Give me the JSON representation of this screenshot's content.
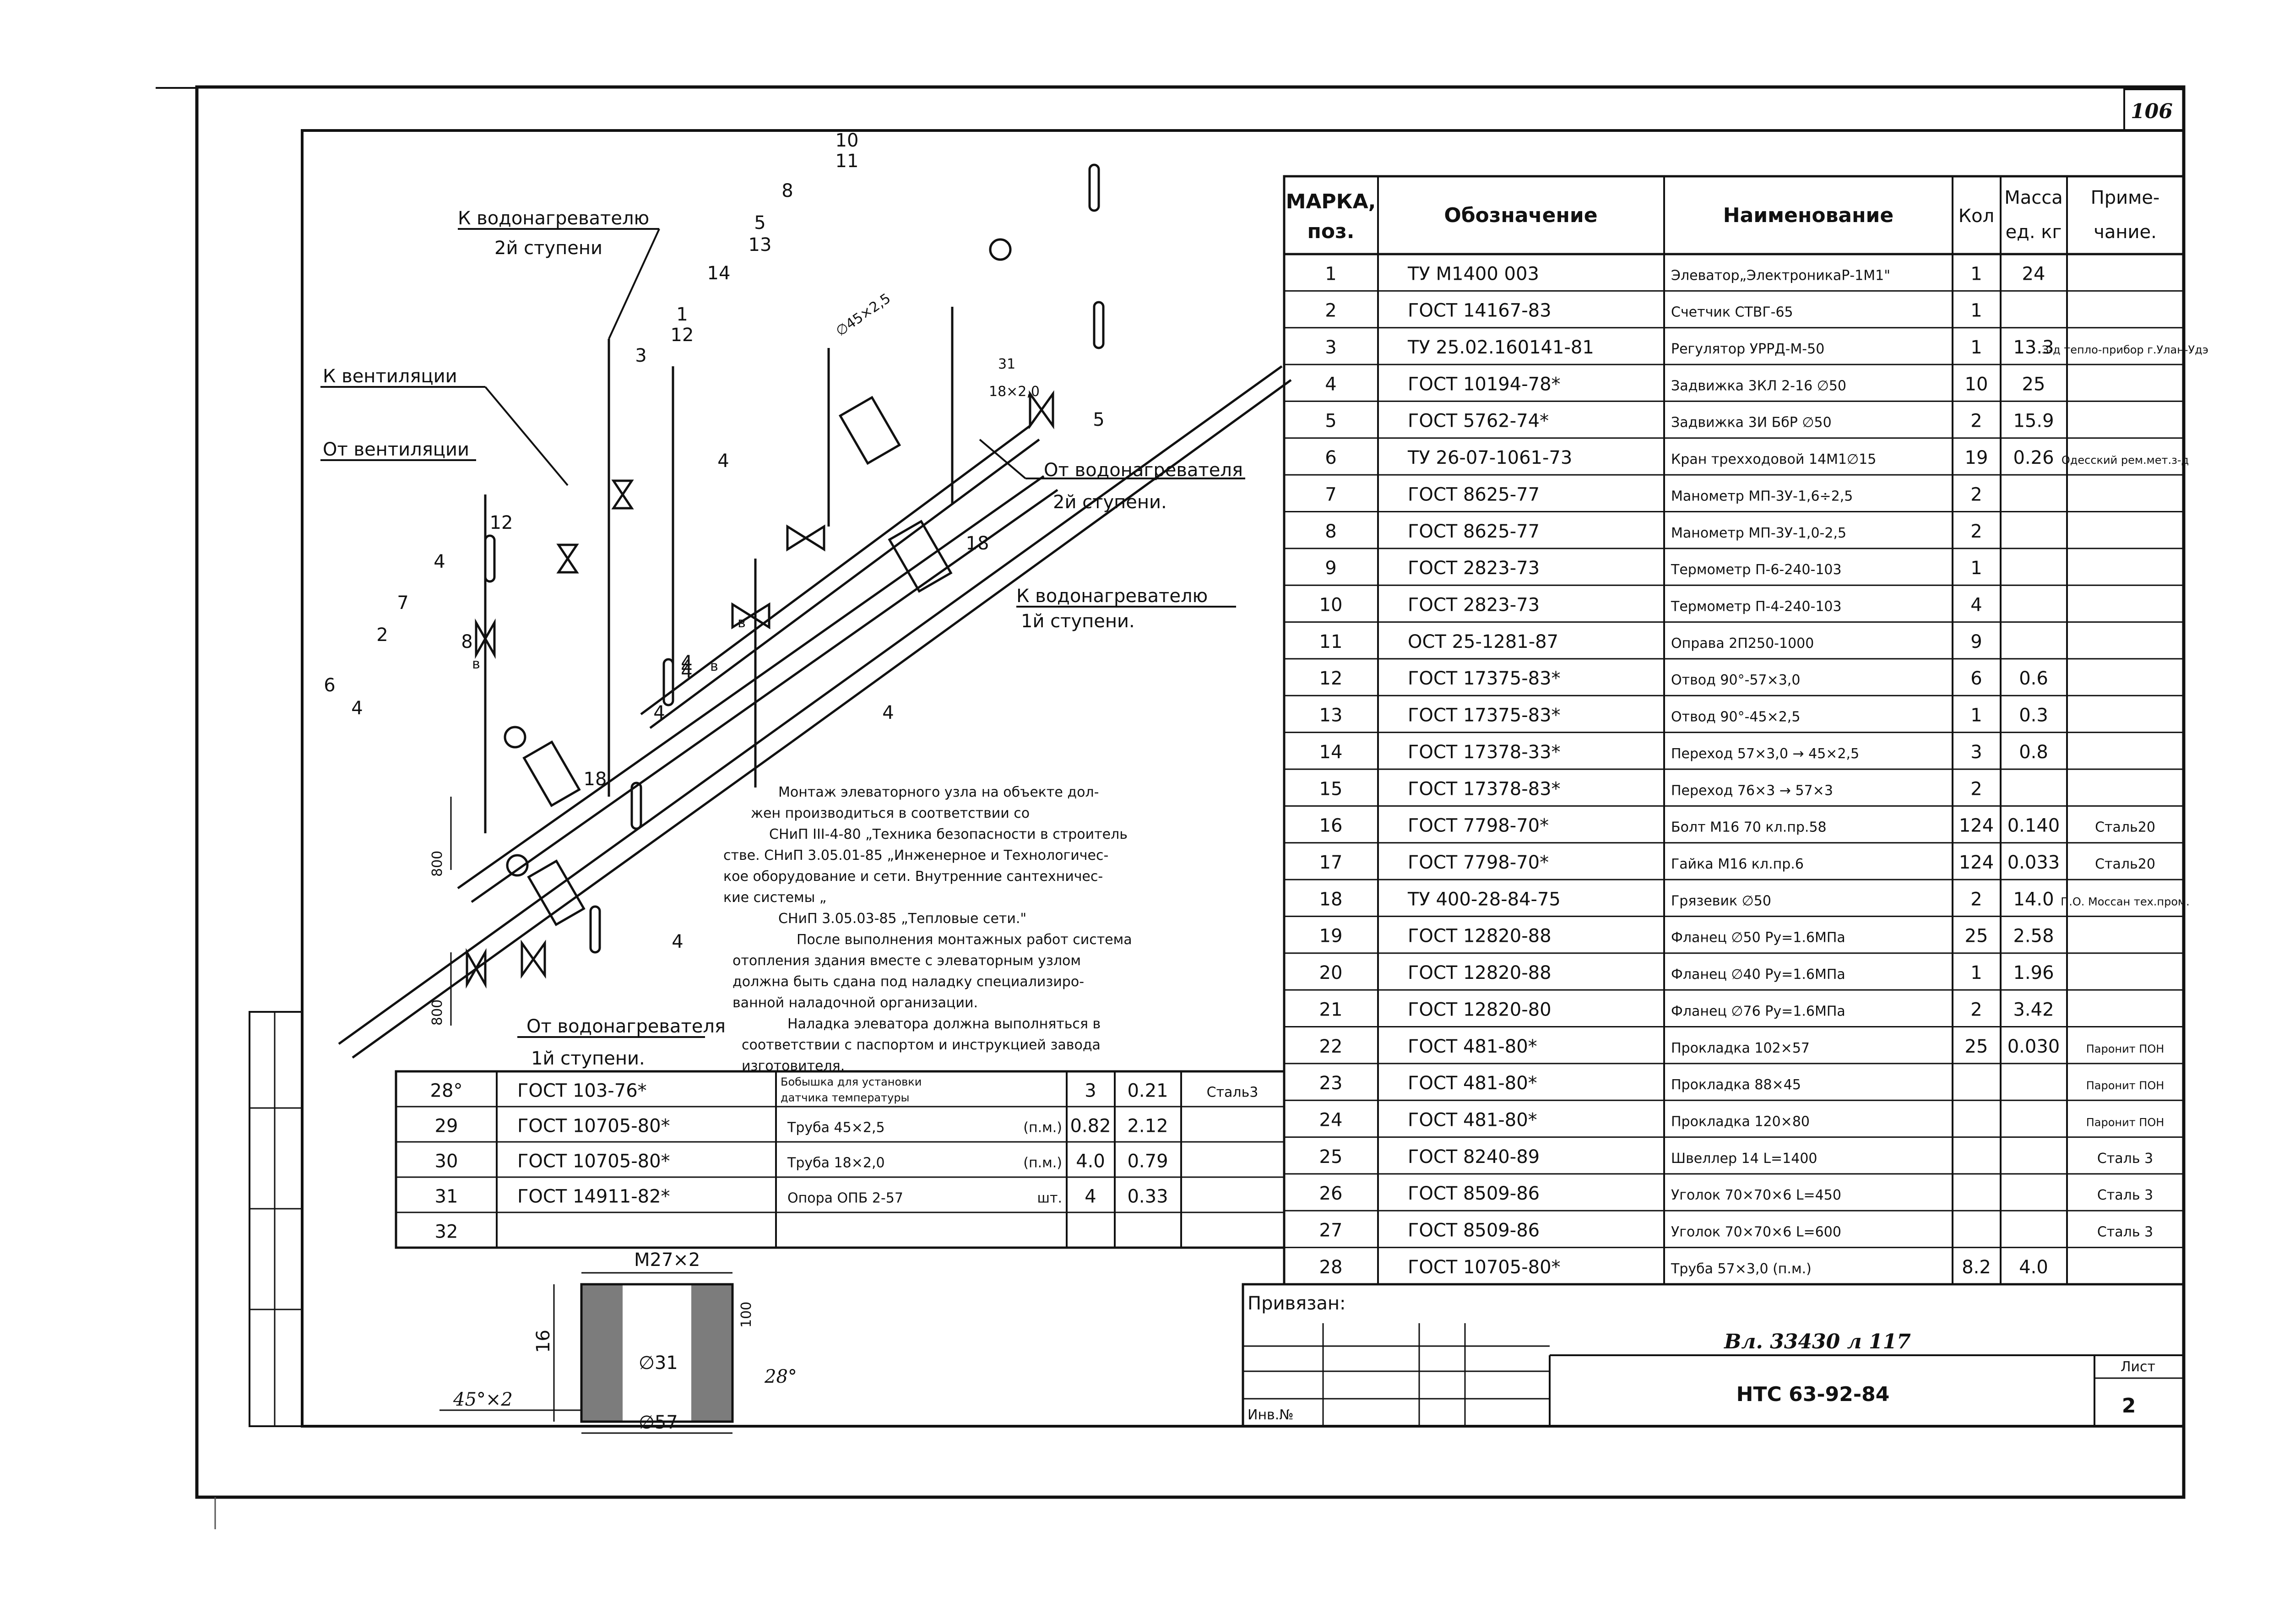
{
  "sheet_number_corner": "106",
  "spec_table": {
    "headers": {
      "mark_line1": "МАРКА,",
      "mark_line2": "поз.",
      "designation": "Обозначение",
      "name": "Наименование",
      "qty": "Кол",
      "mass_line1": "Масса",
      "mass_line2": "ед. кг",
      "note_line1": "Приме-",
      "note_line2": "чание."
    },
    "rows": [
      {
        "pos": "1",
        "designation": "ТУ М1400 003",
        "name": "Элеватор„ЭлектроникаР-1М1\"",
        "qty": "1",
        "mass": "24",
        "note": ""
      },
      {
        "pos": "2",
        "designation": "ГОСТ 14167-83",
        "name": "Счетчик СТВГ-65",
        "qty": "1",
        "mass": "",
        "note": ""
      },
      {
        "pos": "3",
        "designation": "ТУ 25.02.160141-81",
        "name": "Регулятор УРРД-М-50",
        "qty": "1",
        "mass": "13.3",
        "note": "З-д тепло-прибор г.Улан-Удэ"
      },
      {
        "pos": "4",
        "designation": "ГОСТ 10194-78*",
        "name": "Задвижка 3КЛ 2-16 ∅50",
        "qty": "10",
        "mass": "25",
        "note": ""
      },
      {
        "pos": "5",
        "designation": "ГОСТ 5762-74*",
        "name": "Задвижка 3И БбР ∅50",
        "qty": "2",
        "mass": "15.9",
        "note": ""
      },
      {
        "pos": "6",
        "designation": "ТУ 26-07-1061-73",
        "name": "Кран трехходовой 14М1∅15",
        "qty": "19",
        "mass": "0.26",
        "note": "Одесский рем.мет.з-д"
      },
      {
        "pos": "7",
        "designation": "ГОСТ 8625-77",
        "name": "Манометр МП-3У-1,6÷2,5",
        "qty": "2",
        "mass": "",
        "note": ""
      },
      {
        "pos": "8",
        "designation": "ГОСТ 8625-77",
        "name": "Манометр МП-3У-1,0-2,5",
        "qty": "2",
        "mass": "",
        "note": ""
      },
      {
        "pos": "9",
        "designation": "ГОСТ 2823-73",
        "name": "Термометр П-6-240-103",
        "qty": "1",
        "mass": "",
        "note": ""
      },
      {
        "pos": "10",
        "designation": "ГОСТ 2823-73",
        "name": "Термометр П-4-240-103",
        "qty": "4",
        "mass": "",
        "note": ""
      },
      {
        "pos": "11",
        "designation": "ОСТ 25-1281-87",
        "name": "Оправа 2П250-1000",
        "qty": "9",
        "mass": "",
        "note": ""
      },
      {
        "pos": "12",
        "designation": "ГОСТ 17375-83*",
        "name": "Отвод 90°-57×3,0",
        "qty": "6",
        "mass": "0.6",
        "note": ""
      },
      {
        "pos": "13",
        "designation": "ГОСТ 17375-83*",
        "name": "Отвод 90°-45×2,5",
        "qty": "1",
        "mass": "0.3",
        "note": ""
      },
      {
        "pos": "14",
        "designation": "ГОСТ 17378-33*",
        "name": "Переход 57×3,0 → 45×2,5",
        "qty": "3",
        "mass": "0.8",
        "note": ""
      },
      {
        "pos": "15",
        "designation": "ГОСТ 17378-83*",
        "name": "Переход 76×3 → 57×3",
        "qty": "2",
        "mass": "",
        "note": ""
      },
      {
        "pos": "16",
        "designation": "ГОСТ 7798-70*",
        "name": "Болт М16 70 кл.пр.58",
        "qty": "124",
        "mass": "0.140",
        "note": "Сталь20"
      },
      {
        "pos": "17",
        "designation": "ГОСТ 7798-70*",
        "name": "Гайка М16 кл.пр.6",
        "qty": "124",
        "mass": "0.033",
        "note": "Сталь20"
      },
      {
        "pos": "18",
        "designation": "ТУ 400-28-84-75",
        "name": "Грязевик ∅50",
        "qty": "2",
        "mass": "14.0",
        "note": "П.О. Моссан тех.пром."
      },
      {
        "pos": "19",
        "designation": "ГОСТ 12820-88",
        "name": "Фланец ∅50 Ру=1.6МПа",
        "qty": "25",
        "mass": "2.58",
        "note": ""
      },
      {
        "pos": "20",
        "designation": "ГОСТ 12820-88",
        "name": "Фланец ∅40 Ру=1.6МПа",
        "qty": "1",
        "mass": "1.96",
        "note": ""
      },
      {
        "pos": "21",
        "designation": "ГОСТ 12820-80",
        "name": "Фланец ∅76 Ру=1.6МПа",
        "qty": "2",
        "mass": "3.42",
        "note": ""
      },
      {
        "pos": "22",
        "designation": "ГОСТ 481-80*",
        "name": "Прокладка 102×57",
        "qty": "25",
        "mass": "0.030",
        "note": "Паронит ПОН"
      },
      {
        "pos": "23",
        "designation": "ГОСТ 481-80*",
        "name": "Прокладка 88×45",
        "qty": "",
        "mass": "",
        "note": "Паронит ПОН"
      },
      {
        "pos": "24",
        "designation": "ГОСТ 481-80*",
        "name": "Прокладка 120×80",
        "qty": "",
        "mass": "",
        "note": "Паронит ПОН"
      },
      {
        "pos": "25",
        "designation": "ГОСТ 8240-89",
        "name": "Швеллер 14 L=1400",
        "qty": "",
        "mass": "",
        "note": "Сталь 3"
      },
      {
        "pos": "26",
        "designation": "ГОСТ 8509-86",
        "name": "Уголок 70×70×6 L=450",
        "qty": "",
        "mass": "",
        "note": "Сталь 3"
      },
      {
        "pos": "27",
        "designation": "ГОСТ 8509-86",
        "name": "Уголок 70×70×6 L=600",
        "qty": "",
        "mass": "",
        "note": "Сталь 3"
      },
      {
        "pos": "28",
        "designation": "ГОСТ 10705-80*",
        "name": "Труба 57×3,0 (п.м.)",
        "qty": "8.2",
        "mass": "4.0",
        "note": ""
      }
    ]
  },
  "bottom_table": {
    "rows": [
      {
        "pos": "28°",
        "designation": "ГОСТ 103-76*",
        "name_line1": "Бобышка для установки",
        "name_line2": "датчика температуры",
        "unit": "",
        "qty": "3",
        "mass": "0.21",
        "note": "Сталь3"
      },
      {
        "pos": "29",
        "designation": "ГОСТ 10705-80*",
        "name_line1": "Труба 45×2,5",
        "name_line2": "",
        "unit": "(п.м.)",
        "qty": "0.82",
        "mass": "2.12",
        "note": ""
      },
      {
        "pos": "30",
        "designation": "ГОСТ 10705-80*",
        "name_line1": "Труба 18×2,0",
        "name_line2": "",
        "unit": "(п.м.)",
        "qty": "4.0",
        "mass": "0.79",
        "note": ""
      },
      {
        "pos": "31",
        "designation": "ГОСТ 14911-82*",
        "name_line1": "Опора ОПБ 2-57",
        "name_line2": "",
        "unit": "шт.",
        "qty": "4",
        "mass": "0.33",
        "note": ""
      },
      {
        "pos": "32",
        "designation": "",
        "name_line1": "",
        "name_line2": "",
        "unit": "",
        "qty": "",
        "mass": "",
        "note": ""
      }
    ]
  },
  "notes": [
    "Монтаж элеваторного узла на объекте дол-",
    "жен производиться в соответствии со",
    "СНиП III-4-80 „Техника безопасности в строитель",
    "стве. СНиП 3.05.01-85 „Инженерное и Технологичес-",
    "кое оборудование и сети. Внутренние сантехничес-",
    "кие системы „",
    "СНиП 3.05.03-85 „Тепловые сети.\"",
    "После выполнения монтажных работ система",
    "отопления здания вместе с элеваторным узлом",
    "должна быть сдана под наладку специализиро-",
    "ванной наладочной организации.",
    "Наладка элеватора должна выполняться в",
    "соответствии с паспортом и инструкцией завода",
    "изготовителя."
  ],
  "diagram_labels": {
    "to_heater_2": "К водонагревателю",
    "to_heater_2_stage": "2й ступени",
    "to_ventilation": "К вентиляции",
    "from_ventilation": "От вентиляции",
    "from_heater_2": "От водонагревателя",
    "from_heater_2_stage": "2й ступени.",
    "to_heater_1": "К водонагревателю",
    "to_heater_1_stage": "1й ступени.",
    "from_heater_1": "От водонагревателя",
    "from_heater_1_stage": "1й ступени.",
    "pipe_45": "∅45×2,5",
    "pipe_18_top": "31",
    "pipe_18_bottom": "18×2,0",
    "dim_800_a": "800",
    "dim_800_b": "800",
    "callouts": [
      "10",
      "11",
      "8",
      "5",
      "13",
      "14",
      "1",
      "12",
      "3",
      "4",
      "5",
      "18",
      "12",
      "4",
      "7",
      "2",
      "4",
      "8",
      "6",
      "4",
      "18",
      "4",
      "4",
      "4",
      "4",
      "4"
    ],
    "small_b": [
      "в",
      "в",
      "в"
    ]
  },
  "detail": {
    "thread": "М27×2",
    "height": "16",
    "inner": "∅31",
    "outer": "∅57",
    "chamfer": "45°×2",
    "ref": "28°",
    "depth": "100"
  },
  "title_block": {
    "attached": "Привязан:",
    "inv": "Инв.№",
    "handwritten": "Вл. 33430 л 117",
    "code": "НТС 63-92-84",
    "sheet_label": "Лист",
    "sheet": "2"
  }
}
